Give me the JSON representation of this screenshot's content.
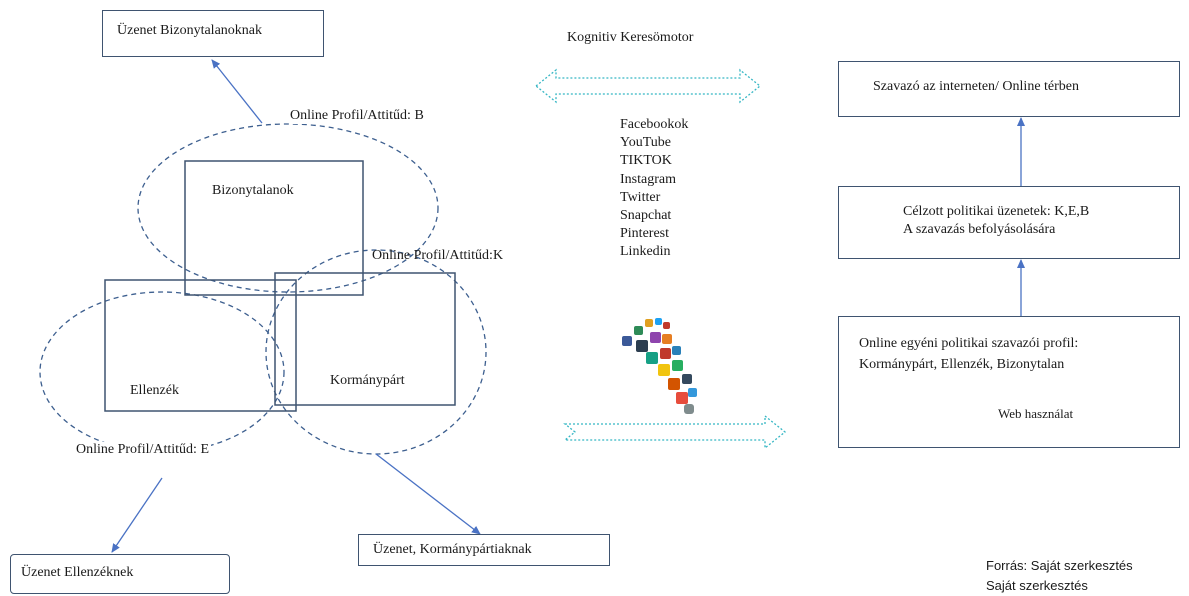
{
  "nodes": {
    "msg_uncertain": "Üzenet Bizonytalanoknak",
    "msg_opposition": "Üzenet Ellenzéknek",
    "msg_government": "Üzenet, Kormánypártiaknak",
    "uncertain": "Bizonytalanok",
    "opposition": "Ellenzék",
    "government": "Kormánypárt",
    "profile_b": "Online Profil/Attitűd: B",
    "profile_k": "Online Profil/Attitűd:K",
    "profile_e": "Online Profil/Attitűd: E",
    "search_engine": "Kognitiv Keresömotor",
    "voter_online": "Szavazó az interneten/ Online térben",
    "targeted_line1": "Célzott politikai üzenetek: K,E,B",
    "targeted_line2": "A szavazás befolyásolására",
    "profile_line1": "Online egyéni politikai szavazói profil:",
    "profile_line2": "Kormánypárt, Ellenzék, Bizonytalan",
    "web_usage": "Web használat"
  },
  "platforms": [
    "Facebookok",
    "YouTube",
    "TIKTOK",
    "Instagram",
    "Twitter",
    "Snapchat",
    "Pinterest",
    "Linkedin"
  ],
  "footer": {
    "source": "Forrás: Saját szerkesztés",
    "partial": "Saját szerkesztés"
  },
  "icons": {
    "footprint": "social-media-footprint-icon",
    "database": "database-cylinder-icon"
  },
  "colors": {
    "box_border": "#3f5470",
    "arrow": "#4a72c4",
    "dashed": "#3d5f8f",
    "double_arrow": "#35b6c4",
    "cylinder_fill": "#fff200",
    "cylinder_stroke": "#b9a800"
  }
}
